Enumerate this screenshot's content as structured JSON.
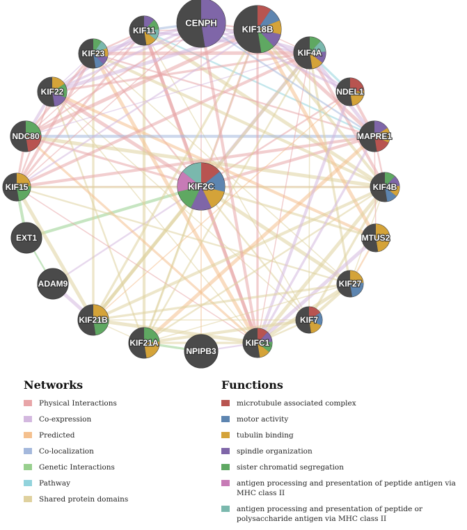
{
  "colors": {
    "node_fill": "#4a4a4a",
    "node_outline": "#3a3a3a",
    "label_fill": "#ffffff",
    "label_stroke": "#333333"
  },
  "nodes": [
    {
      "id": "CENPH",
      "label": "CENPH",
      "functions": [
        "spindle organization"
      ]
    },
    {
      "id": "KIF18B",
      "label": "KIF18B",
      "functions": [
        "microtubule associated complex",
        "motor activity",
        "tubulin binding",
        "spindle organization",
        "sister chromatid segregation"
      ]
    },
    {
      "id": "KIF4A",
      "label": "KIF4A",
      "functions": [
        "sister chromatid segregation",
        "antigen processing and presentation of peptide or polysaccharide antigen via MHC class II",
        "spindle organization",
        "tubulin binding"
      ]
    },
    {
      "id": "NDEL1",
      "label": "NDEL1",
      "functions": [
        "microtubule associated complex",
        "tubulin binding"
      ]
    },
    {
      "id": "MAPRE1",
      "label": "MAPRE1",
      "functions": [
        "spindle organization",
        "tubulin binding",
        "microtubule associated complex"
      ]
    },
    {
      "id": "KIF4B",
      "label": "KIF4B",
      "functions": [
        "sister chromatid segregation",
        "spindle organization",
        "tubulin binding",
        "motor activity"
      ]
    },
    {
      "id": "MTUS2",
      "label": "MTUS2",
      "functions": [
        "tubulin binding"
      ]
    },
    {
      "id": "KIF27",
      "label": "KIF27",
      "functions": [
        "tubulin binding",
        "motor activity"
      ]
    },
    {
      "id": "KIF7",
      "label": "KIF7",
      "functions": [
        "microtubule associated complex",
        "motor activity",
        "tubulin binding"
      ]
    },
    {
      "id": "KIFC1",
      "label": "KIFC1",
      "functions": [
        "microtubule associated complex",
        "spindle organization",
        "sister chromatid segregation",
        "tubulin binding"
      ]
    },
    {
      "id": "NPIPB3",
      "label": "NPIPB3",
      "functions": []
    },
    {
      "id": "KIF21A",
      "label": "KIF21A",
      "functions": [
        "sister chromatid segregation",
        "tubulin binding"
      ]
    },
    {
      "id": "KIF21B",
      "label": "KIF21B",
      "functions": [
        "tubulin binding",
        "sister chromatid segregation"
      ]
    },
    {
      "id": "ADAM9",
      "label": "ADAM9",
      "functions": []
    },
    {
      "id": "EXT1",
      "label": "EXT1",
      "functions": []
    },
    {
      "id": "KIF15",
      "label": "KIF15",
      "functions": [
        "tubulin binding",
        "sister chromatid segregation"
      ]
    },
    {
      "id": "NDC80",
      "label": "NDC80",
      "functions": [
        "sister chromatid segregation",
        "microtubule associated complex"
      ]
    },
    {
      "id": "KIF22",
      "label": "KIF22",
      "functions": [
        "tubulin binding",
        "sister chromatid segregation",
        "spindle organization"
      ]
    },
    {
      "id": "KIF23",
      "label": "KIF23",
      "functions": [
        "sister chromatid segregation",
        "antigen processing and presentation of peptide or polysaccharide antigen via MHC class II",
        "tubulin binding",
        "spindle organization",
        "motor activity"
      ]
    },
    {
      "id": "KIF11",
      "label": "KIF11",
      "functions": [
        "spindle organization",
        "sister chromatid segregation",
        "antigen processing and presentation of peptide or polysaccharide antigen via MHC class II",
        "tubulin binding"
      ]
    },
    {
      "id": "KIF2C",
      "label": "KIF2C",
      "functions": [
        "microtubule associated complex",
        "motor activity",
        "tubulin binding",
        "spindle organization",
        "sister chromatid segregation",
        "antigen processing and presentation of peptide antigen via MHC class II",
        "antigen processing and presentation of peptide or polysaccharide antigen via MHC class II"
      ]
    }
  ],
  "edges": [
    [
      "KIF2C",
      "CENPH",
      "Physical Interactions"
    ],
    [
      "KIF2C",
      "KIF18B",
      "Physical Interactions"
    ],
    [
      "KIF2C",
      "KIF4A",
      "Co-expression"
    ],
    [
      "KIF2C",
      "NDEL1",
      "Physical Interactions"
    ],
    [
      "KIF2C",
      "MAPRE1",
      "Physical Interactions"
    ],
    [
      "KIF2C",
      "KIF4B",
      "Physical Interactions"
    ],
    [
      "KIF2C",
      "MTUS2",
      "Shared protein domains"
    ],
    [
      "KIF2C",
      "KIF27",
      "Shared protein domains"
    ],
    [
      "KIF2C",
      "KIF7",
      "Shared protein domains"
    ],
    [
      "KIF2C",
      "KIFC1",
      "Physical Interactions"
    ],
    [
      "KIF2C",
      "NPIPB3",
      "Predicted"
    ],
    [
      "KIF2C",
      "KIF21A",
      "Shared protein domains"
    ],
    [
      "KIF2C",
      "KIF21B",
      "Shared protein domains"
    ],
    [
      "KIF2C",
      "ADAM9",
      "Co-expression"
    ],
    [
      "KIF2C",
      "EXT1",
      "Genetic Interactions"
    ],
    [
      "KIF2C",
      "KIF15",
      "Physical Interactions"
    ],
    [
      "KIF2C",
      "NDC80",
      "Physical Interactions"
    ],
    [
      "KIF2C",
      "KIF22",
      "Physical Interactions"
    ],
    [
      "KIF2C",
      "KIF23",
      "Physical Interactions"
    ],
    [
      "KIF2C",
      "KIF11",
      "Physical Interactions"
    ],
    [
      "KIF11",
      "KIF18B",
      "Physical Interactions"
    ],
    [
      "KIF11",
      "KIF4A",
      "Co-expression"
    ],
    [
      "KIF11",
      "KIFC1",
      "Physical Interactions"
    ],
    [
      "KIF11",
      "KIF23",
      "Physical Interactions"
    ],
    [
      "KIF11",
      "KIF22",
      "Co-expression"
    ],
    [
      "KIF11",
      "NDC80",
      "Physical Interactions"
    ],
    [
      "KIF11",
      "KIF15",
      "Physical Interactions"
    ],
    [
      "KIF11",
      "KIF4B",
      "Shared protein domains"
    ],
    [
      "KIF11",
      "MAPRE1",
      "Pathway"
    ],
    [
      "KIF11",
      "KIF21A",
      "Shared protein domains"
    ],
    [
      "KIF11",
      "KIF7",
      "Shared protein domains"
    ],
    [
      "KIF11",
      "CENPH",
      "Co-localization"
    ],
    [
      "KIF23",
      "KIF4A",
      "Physical Interactions"
    ],
    [
      "KIF23",
      "KIF18B",
      "Co-expression"
    ],
    [
      "KIF23",
      "KIF15",
      "Physical Interactions"
    ],
    [
      "KIF23",
      "KIF22",
      "Co-expression"
    ],
    [
      "KIF23",
      "NDC80",
      "Physical Interactions"
    ],
    [
      "KIF23",
      "KIFC1",
      "Predicted"
    ],
    [
      "KIF23",
      "MAPRE1",
      "Physical Interactions"
    ],
    [
      "KIF23",
      "KIF4B",
      "Shared protein domains"
    ],
    [
      "KIF23",
      "KIF27",
      "Shared protein domains"
    ],
    [
      "KIF23",
      "KIF21B",
      "Shared protein domains"
    ],
    [
      "KIF23",
      "CENPH",
      "Co-expression"
    ],
    [
      "KIF22",
      "KIF15",
      "Physical Interactions"
    ],
    [
      "KIF22",
      "NDC80",
      "Co-expression"
    ],
    [
      "KIF22",
      "KIFC1",
      "Shared protein domains"
    ],
    [
      "KIF22",
      "KIF4A",
      "Physical Interactions"
    ],
    [
      "KIF22",
      "KIF18B",
      "Co-expression"
    ],
    [
      "KIF22",
      "KIF21A",
      "Shared protein domains"
    ],
    [
      "KIF22",
      "MTUS2",
      "Predicted"
    ],
    [
      "KIF22",
      "KIF7",
      "Shared protein domains"
    ],
    [
      "NDC80",
      "KIF15",
      "Physical Interactions"
    ],
    [
      "NDC80",
      "KIF18B",
      "Physical Interactions"
    ],
    [
      "NDC80",
      "CENPH",
      "Physical Interactions"
    ],
    [
      "NDC80",
      "MAPRE1",
      "Co-localization"
    ],
    [
      "NDC80",
      "KIF4A",
      "Co-expression"
    ],
    [
      "NDC80",
      "KIFC1",
      "Predicted"
    ],
    [
      "NDC80",
      "KIF4B",
      "Shared protein domains"
    ],
    [
      "KIF15",
      "KIF18B",
      "Co-expression"
    ],
    [
      "KIF15",
      "KIF4A",
      "Physical Interactions"
    ],
    [
      "KIF15",
      "KIFC1",
      "Physical Interactions"
    ],
    [
      "KIF15",
      "KIF4B",
      "Shared protein domains"
    ],
    [
      "KIF15",
      "KIF21B",
      "Shared protein domains"
    ],
    [
      "KIF15",
      "KIF27",
      "Shared protein domains"
    ],
    [
      "KIF15",
      "MAPRE1",
      "Physical Interactions"
    ],
    [
      "KIF18B",
      "KIF4A",
      "Physical Interactions"
    ],
    [
      "KIF18B",
      "KIFC1",
      "Physical Interactions"
    ],
    [
      "KIF18B",
      "MAPRE1",
      "Physical Interactions"
    ],
    [
      "KIF18B",
      "NDEL1",
      "Co-expression"
    ],
    [
      "KIF18B",
      "KIF4B",
      "Shared protein domains"
    ],
    [
      "KIF18B",
      "KIF21A",
      "Shared protein domains"
    ],
    [
      "KIF18B",
      "KIF21B",
      "Shared protein domains"
    ],
    [
      "KIF18B",
      "MTUS2",
      "Predicted"
    ],
    [
      "KIF18B",
      "CENPH",
      "Physical Interactions"
    ],
    [
      "KIF4A",
      "KIF4B",
      "Physical Interactions"
    ],
    [
      "KIF4A",
      "KIFC1",
      "Physical Interactions"
    ],
    [
      "KIF4A",
      "NDEL1",
      "Pathway"
    ],
    [
      "KIF4A",
      "MAPRE1",
      "Co-expression"
    ],
    [
      "KIF4A",
      "KIF21A",
      "Shared protein domains"
    ],
    [
      "KIF4A",
      "KIF21B",
      "Shared protein domains"
    ],
    [
      "KIF4A",
      "KIF7",
      "Shared protein domains"
    ],
    [
      "KIF4A",
      "KIF27",
      "Shared protein domains"
    ],
    [
      "KIF4A",
      "CENPH",
      "Co-expression"
    ],
    [
      "KIF4B",
      "KIF21A",
      "Shared protein domains"
    ],
    [
      "KIF4B",
      "KIF21B",
      "Shared protein domains"
    ],
    [
      "KIF4B",
      "KIF27",
      "Shared protein domains"
    ],
    [
      "KIF4B",
      "KIF7",
      "Shared protein domains"
    ],
    [
      "KIF4B",
      "KIFC1",
      "Shared protein domains"
    ],
    [
      "KIF4B",
      "MAPRE1",
      "Physical Interactions"
    ],
    [
      "MAPRE1",
      "NDEL1",
      "Physical Interactions"
    ],
    [
      "MAPRE1",
      "MTUS2",
      "Physical Interactions"
    ],
    [
      "MAPRE1",
      "KIFC1",
      "Co-expression"
    ],
    [
      "MAPRE1",
      "KIF21A",
      "Predicted"
    ],
    [
      "MAPRE1",
      "CENPH",
      "Co-localization"
    ],
    [
      "NDEL1",
      "KIFC1",
      "Co-expression"
    ],
    [
      "NDEL1",
      "KIF21B",
      "Predicted"
    ],
    [
      "NDEL1",
      "CENPH",
      "Co-expression"
    ],
    [
      "MTUS2",
      "KIFC1",
      "Co-expression"
    ],
    [
      "MTUS2",
      "KIF27",
      "Predicted"
    ],
    [
      "KIF27",
      "KIF7",
      "Shared protein domains"
    ],
    [
      "KIF27",
      "KIF21A",
      "Shared protein domains"
    ],
    [
      "KIF27",
      "KIF21B",
      "Shared protein domains"
    ],
    [
      "KIF27",
      "KIFC1",
      "Shared protein domains"
    ],
    [
      "KIF7",
      "KIFC1",
      "Shared protein domains"
    ],
    [
      "KIF7",
      "KIF21A",
      "Shared protein domains"
    ],
    [
      "KIF7",
      "KIF21B",
      "Shared protein domains"
    ],
    [
      "KIFC1",
      "KIF21A",
      "Shared protein domains"
    ],
    [
      "KIFC1",
      "KIF21B",
      "Shared protein domains"
    ],
    [
      "KIFC1",
      "NPIPB3",
      "Co-expression"
    ],
    [
      "KIFC1",
      "CENPH",
      "Physical Interactions"
    ],
    [
      "KIF21A",
      "KIF21B",
      "Shared protein domains"
    ],
    [
      "KIF21A",
      "NPIPB3",
      "Genetic Interactions"
    ],
    [
      "KIF21B",
      "ADAM9",
      "Co-expression"
    ],
    [
      "ADAM9",
      "EXT1",
      "Genetic Interactions"
    ],
    [
      "EXT1",
      "KIF15",
      "Genetic Interactions"
    ],
    [
      "CENPH",
      "KIF15",
      "Physical Interactions"
    ],
    [
      "CENPH",
      "KIF22",
      "Co-expression"
    ]
  ],
  "legend": {
    "networks_title": "Networks",
    "networks": [
      {
        "label": "Physical Interactions",
        "color": "#e8a5a8"
      },
      {
        "label": "Co-expression",
        "color": "#d3b8df"
      },
      {
        "label": "Predicted",
        "color": "#f4c08e"
      },
      {
        "label": "Co-localization",
        "color": "#a4b8dc"
      },
      {
        "label": "Genetic Interactions",
        "color": "#98cf8e"
      },
      {
        "label": "Pathway",
        "color": "#92d3dc"
      },
      {
        "label": "Shared protein domains",
        "color": "#dfd19e"
      }
    ],
    "functions_title": "Functions",
    "functions": [
      {
        "label": "microtubule associated complex",
        "color": "#b85450"
      },
      {
        "label": "motor activity",
        "color": "#5d85b0"
      },
      {
        "label": "tubulin binding",
        "color": "#d4a339"
      },
      {
        "label": "spindle organization",
        "color": "#7f66a8"
      },
      {
        "label": "sister chromatid segregation",
        "color": "#5fa862"
      },
      {
        "label": "antigen processing and presentation of peptide antigen via MHC class II",
        "color": "#c77bb6"
      },
      {
        "label": "antigen processing and presentation of peptide or polysaccharide antigen via MHC class II",
        "color": "#7ab8ad"
      }
    ]
  }
}
